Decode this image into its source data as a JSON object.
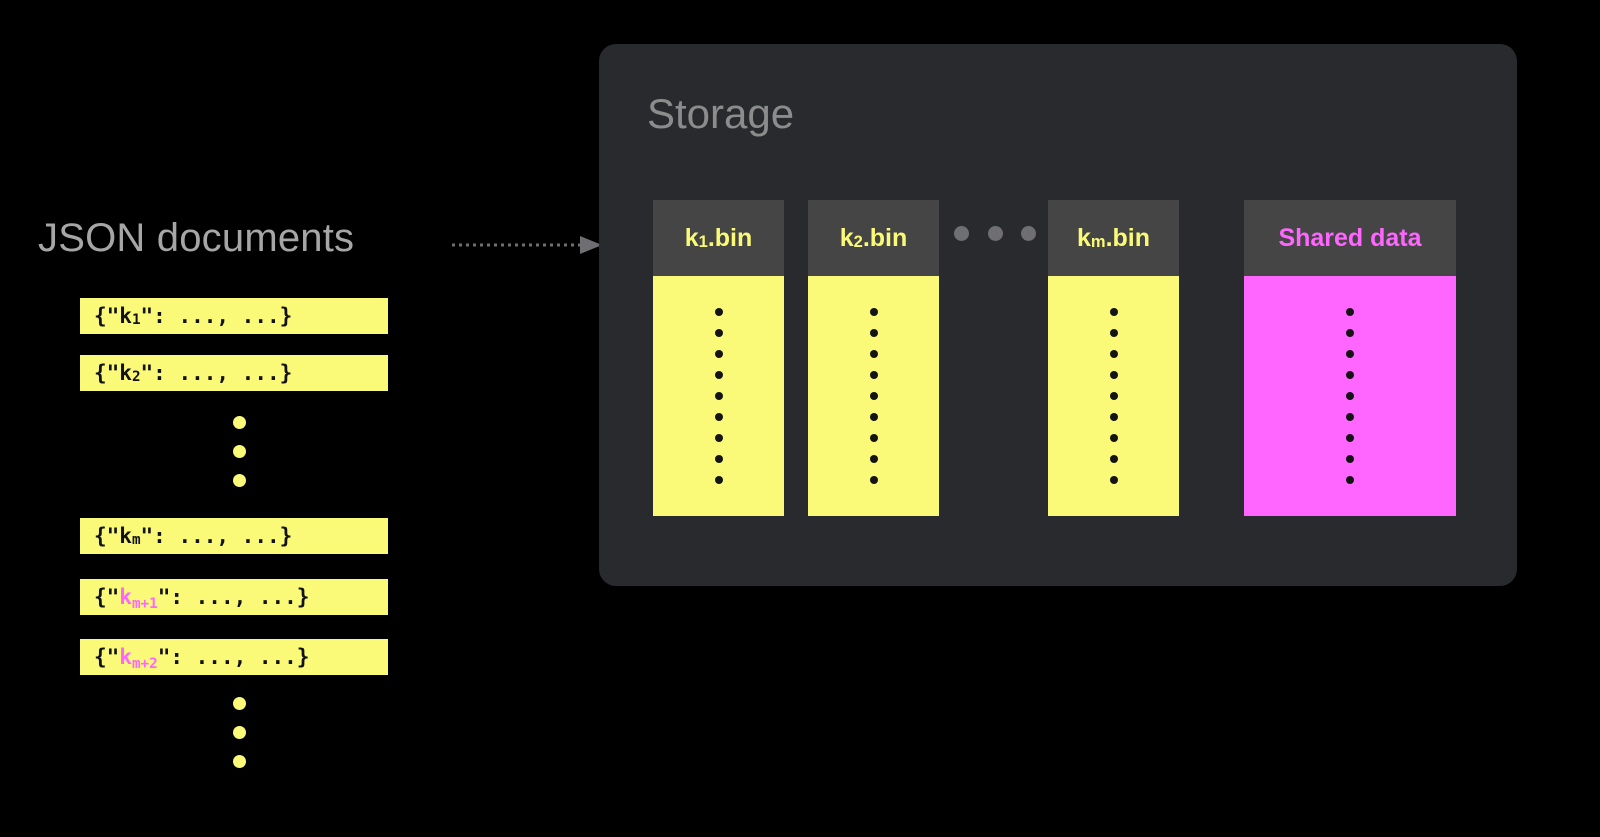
{
  "diagram": {
    "background_color": "#000000",
    "accent_yellow": "#fafa78",
    "accent_magenta": "#ff66ff",
    "panel_color": "#282a2e",
    "header_color": "#454545",
    "label_gray": "#a6a6a6"
  },
  "left": {
    "label": "JSON documents",
    "documents": [
      {
        "prefix": "{\"k",
        "sub": "1",
        "suffix": "\": ...,  ...}",
        "key_color": "#111111"
      },
      {
        "prefix": "{\"k",
        "sub": "2",
        "suffix": "\": ...,  ...}",
        "key_color": "#111111"
      },
      {
        "prefix": "{\"k",
        "sub": "m",
        "suffix": "\": ...,  ...}",
        "key_color": "#111111"
      },
      {
        "prefix": "{\"k",
        "sub": "m+1",
        "suffix": "\": ...,  ...}",
        "key_color": "#ff66ff"
      },
      {
        "prefix": "{\"k",
        "sub": "m+2",
        "suffix": "\": ...,  ...}",
        "key_color": "#ff66ff"
      }
    ],
    "ellipsis_middle": "vertical-dots",
    "ellipsis_bottom": "vertical-dots"
  },
  "connector": {
    "style": "dotted-arrow",
    "color": "#6e6e73",
    "direction": "right"
  },
  "storage": {
    "title": "Storage",
    "columns": [
      {
        "prefix": "k",
        "sub": "1",
        "suffix": ".bin",
        "header_text_color": "#fafa78",
        "body_color": "#fafa78",
        "dot_count": 9
      },
      {
        "prefix": "k",
        "sub": "2",
        "suffix": ".bin",
        "header_text_color": "#fafa78",
        "body_color": "#fafa78",
        "dot_count": 9
      },
      {
        "prefix": "k",
        "sub": "m",
        "suffix": ".bin",
        "header_text_color": "#fafa78",
        "body_color": "#fafa78",
        "dot_count": 9
      },
      {
        "prefix": "Shared data",
        "sub": "",
        "suffix": "",
        "header_text_color": "#ff66ff",
        "body_color": "#ff66ff",
        "dot_count": 9
      }
    ],
    "column_ellipsis": "horizontal-dots"
  }
}
